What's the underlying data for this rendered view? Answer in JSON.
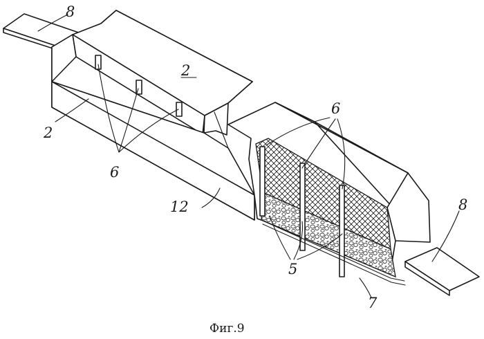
{
  "caption": "Фиг.9",
  "labels": {
    "terminal_left": "8",
    "top_block": "2",
    "lower_block": "2",
    "cells_left": "6",
    "cells_right": "6",
    "housing": "12",
    "granules": "5",
    "electrode": "7",
    "terminal_right": "8"
  }
}
